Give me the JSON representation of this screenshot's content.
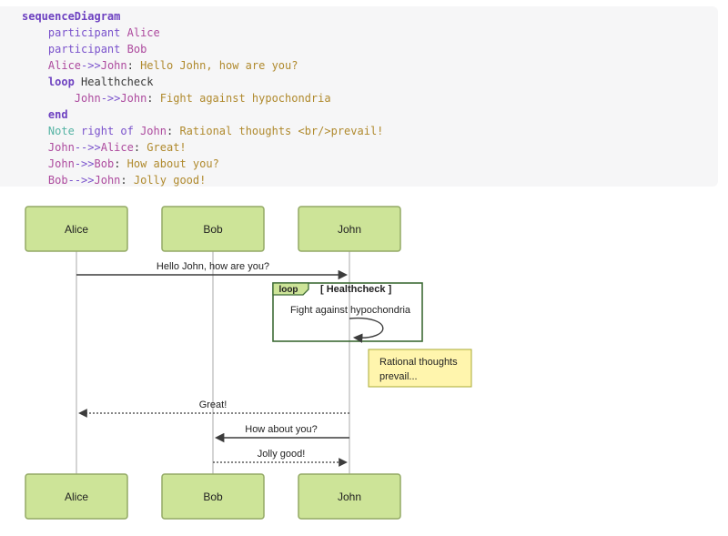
{
  "code": {
    "lines": [
      [
        {
          "t": "sequenceDiagram",
          "c": "kwb"
        }
      ],
      [
        {
          "t": "    ",
          "c": "pl"
        },
        {
          "t": "participant",
          "c": "kw"
        },
        {
          "t": " ",
          "c": "pl"
        },
        {
          "t": "Alice",
          "c": "nm"
        }
      ],
      [
        {
          "t": "    ",
          "c": "pl"
        },
        {
          "t": "participant",
          "c": "kw"
        },
        {
          "t": " ",
          "c": "pl"
        },
        {
          "t": "Bob",
          "c": "nm"
        }
      ],
      [
        {
          "t": "    ",
          "c": "pl"
        },
        {
          "t": "Alice",
          "c": "nm"
        },
        {
          "t": "->>",
          "c": "kw"
        },
        {
          "t": "John",
          "c": "nm"
        },
        {
          "t": ":",
          "c": "pl"
        },
        {
          "t": " Hello John, how are you?",
          "c": "st"
        }
      ],
      [
        {
          "t": "    ",
          "c": "pl"
        },
        {
          "t": "loop",
          "c": "kwb"
        },
        {
          "t": " Healthcheck",
          "c": "pl"
        }
      ],
      [
        {
          "t": "        ",
          "c": "pl"
        },
        {
          "t": "John",
          "c": "nm"
        },
        {
          "t": "->>",
          "c": "kw"
        },
        {
          "t": "John",
          "c": "nm"
        },
        {
          "t": ":",
          "c": "pl"
        },
        {
          "t": " Fight against hypochondria",
          "c": "st"
        }
      ],
      [
        {
          "t": "    ",
          "c": "pl"
        },
        {
          "t": "end",
          "c": "kwb"
        }
      ],
      [
        {
          "t": "    ",
          "c": "pl"
        },
        {
          "t": "Note",
          "c": "nt"
        },
        {
          "t": " ",
          "c": "pl"
        },
        {
          "t": "right of",
          "c": "kw"
        },
        {
          "t": " ",
          "c": "pl"
        },
        {
          "t": "John",
          "c": "nm"
        },
        {
          "t": ":",
          "c": "pl"
        },
        {
          "t": " Rational thoughts <br/>prevail!",
          "c": "st"
        }
      ],
      [
        {
          "t": "    ",
          "c": "pl"
        },
        {
          "t": "John",
          "c": "nm"
        },
        {
          "t": "-->>",
          "c": "kw"
        },
        {
          "t": "Alice",
          "c": "nm"
        },
        {
          "t": ":",
          "c": "pl"
        },
        {
          "t": " Great!",
          "c": "st"
        }
      ],
      [
        {
          "t": "    ",
          "c": "pl"
        },
        {
          "t": "John",
          "c": "nm"
        },
        {
          "t": "->>",
          "c": "kw"
        },
        {
          "t": "Bob",
          "c": "nm"
        },
        {
          "t": ":",
          "c": "pl"
        },
        {
          "t": " How about you?",
          "c": "st"
        }
      ],
      [
        {
          "t": "    ",
          "c": "pl"
        },
        {
          "t": "Bob",
          "c": "nm"
        },
        {
          "t": "-->>",
          "c": "kw"
        },
        {
          "t": "John",
          "c": "nm"
        },
        {
          "t": ":",
          "c": "pl"
        },
        {
          "t": " Jolly good!",
          "c": "st"
        }
      ]
    ]
  },
  "diagram": {
    "actors_top": [
      "Alice",
      "Bob",
      "John"
    ],
    "actors_bottom": [
      "Alice",
      "Bob",
      "John"
    ],
    "msg_hello": "Hello John, how are you?",
    "loop_label": "loop",
    "loop_title": "[ Healthcheck ]",
    "loop_msg": "Fight against hypochondria",
    "note_line1": "Rational thoughts",
    "note_line2": "prevail...",
    "msg_great": "Great!",
    "msg_how": "How about you?",
    "msg_jolly": "Jolly good!",
    "colors": {
      "actor_fill": "#cde498",
      "actor_border": "#93a965",
      "loop_border": "#3d6b35",
      "note_fill": "#fff5ad",
      "note_border": "#aaaa33",
      "lifeline": "#aaaaaa",
      "arrow": "#3c3c3c"
    }
  }
}
